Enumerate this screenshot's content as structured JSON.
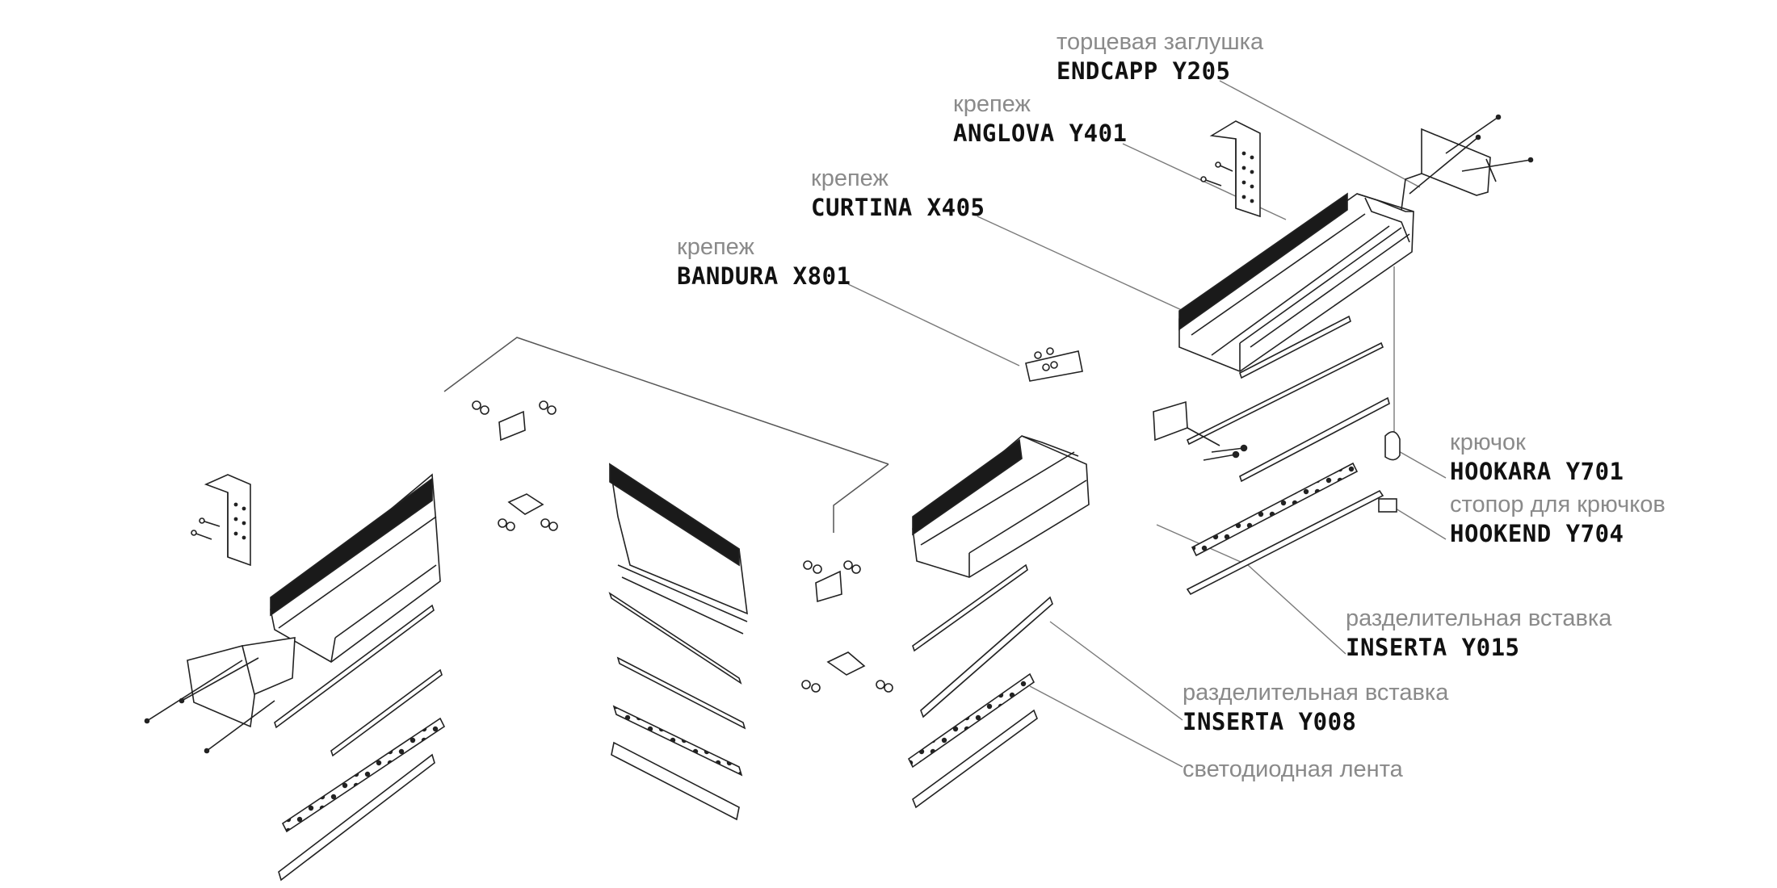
{
  "callouts": {
    "endcapp": {
      "type": "торцевая заглушка",
      "code": "ENDCAPP Y205"
    },
    "anglova": {
      "type": "крепеж",
      "code": "ANGLOVA Y401"
    },
    "curtina": {
      "type": "крепеж",
      "code": "CURTINA X405"
    },
    "bandura": {
      "type": "крепеж",
      "code": "BANDURA X801"
    },
    "hookara": {
      "type": "крючок",
      "code": "HOOKARA Y701"
    },
    "hookend": {
      "type": "стопор для крючков",
      "code": "HOOKEND Y704"
    },
    "insertay015": {
      "type": "разделительная вставка",
      "code": "INSERTA Y015"
    },
    "insertay008": {
      "type": "разделительная вставка",
      "code": "INSERTA Y008"
    },
    "led": {
      "type": "светодиодная лента"
    }
  },
  "colors": {
    "line": "#222222",
    "leader": "#7a7a7a",
    "text_type": "#8a8a8a",
    "text_code": "#111111",
    "diffuser_black": "#1a1a1a"
  }
}
